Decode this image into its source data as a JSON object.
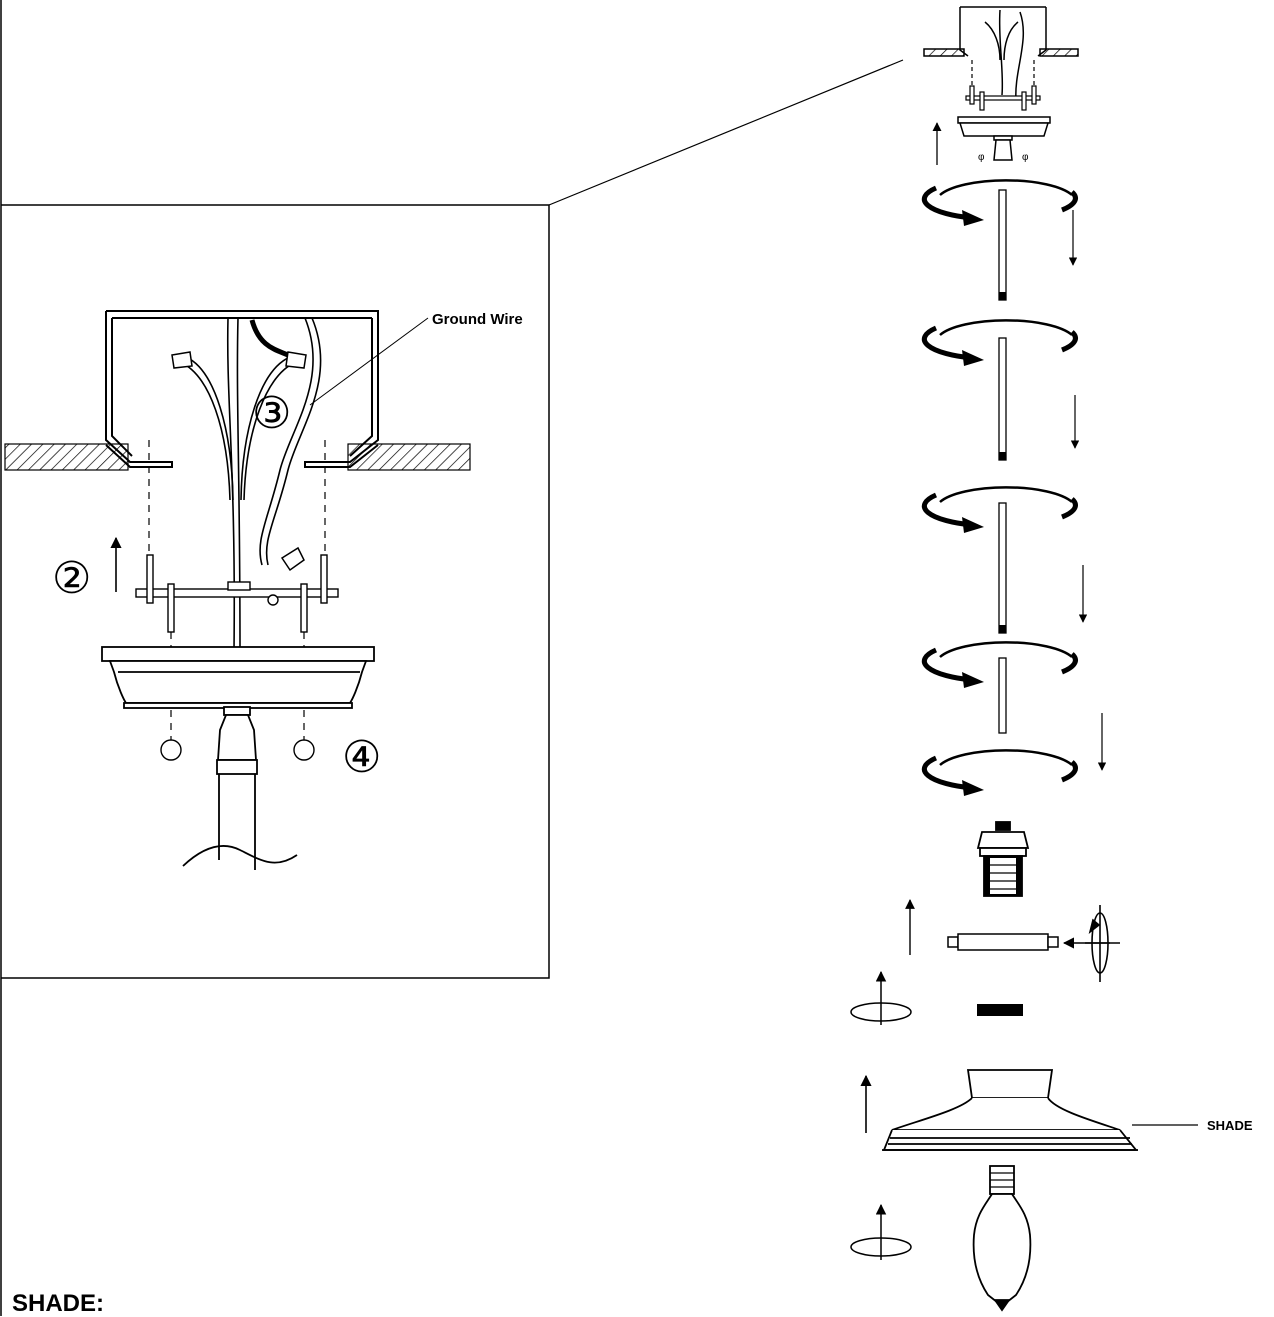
{
  "labels": {
    "ground_wire": "Ground Wire",
    "shade_callout": "SHADE",
    "step_2": "②",
    "step_3": "③",
    "step_4": "④",
    "footer": "SHADE:"
  },
  "colors": {
    "ink": "#000000",
    "background": "#ffffff"
  }
}
